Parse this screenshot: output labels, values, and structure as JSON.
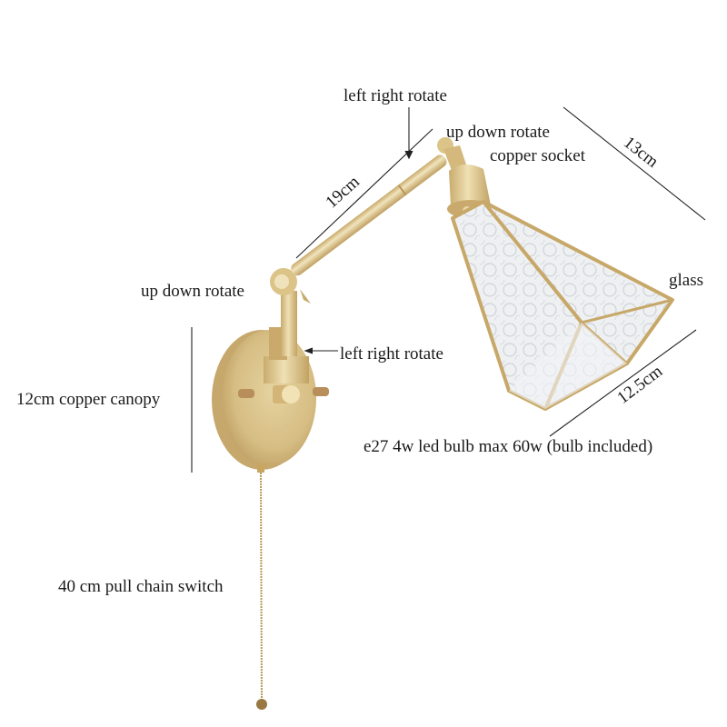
{
  "diagram": {
    "subject": "brass swing-arm wall lamp with textured glass shade",
    "colors": {
      "background": "#ffffff",
      "brass": "#d9c086",
      "brass_dark": "#b89a5a",
      "brass_light": "#efe0b4",
      "glass": "#eef1f3",
      "text": "#1a1a1a",
      "dimension_line": "#222222"
    },
    "labels": {
      "left_right_rotate_top": "left right rotate",
      "up_down_rotate_top": "up down rotate",
      "copper_socket": "copper socket",
      "dim_13cm": "13cm",
      "dim_19cm": "19cm",
      "glass": "glass",
      "up_down_rotate_left": "up down rotate",
      "left_right_rotate_mid": "left right rotate",
      "canopy": "12cm copper canopy",
      "dim_12_5cm": "12.5cm",
      "bulb": "e27 4w led bulb max 60w  (bulb included)",
      "pull_chain": "40 cm pull chain switch"
    }
  }
}
